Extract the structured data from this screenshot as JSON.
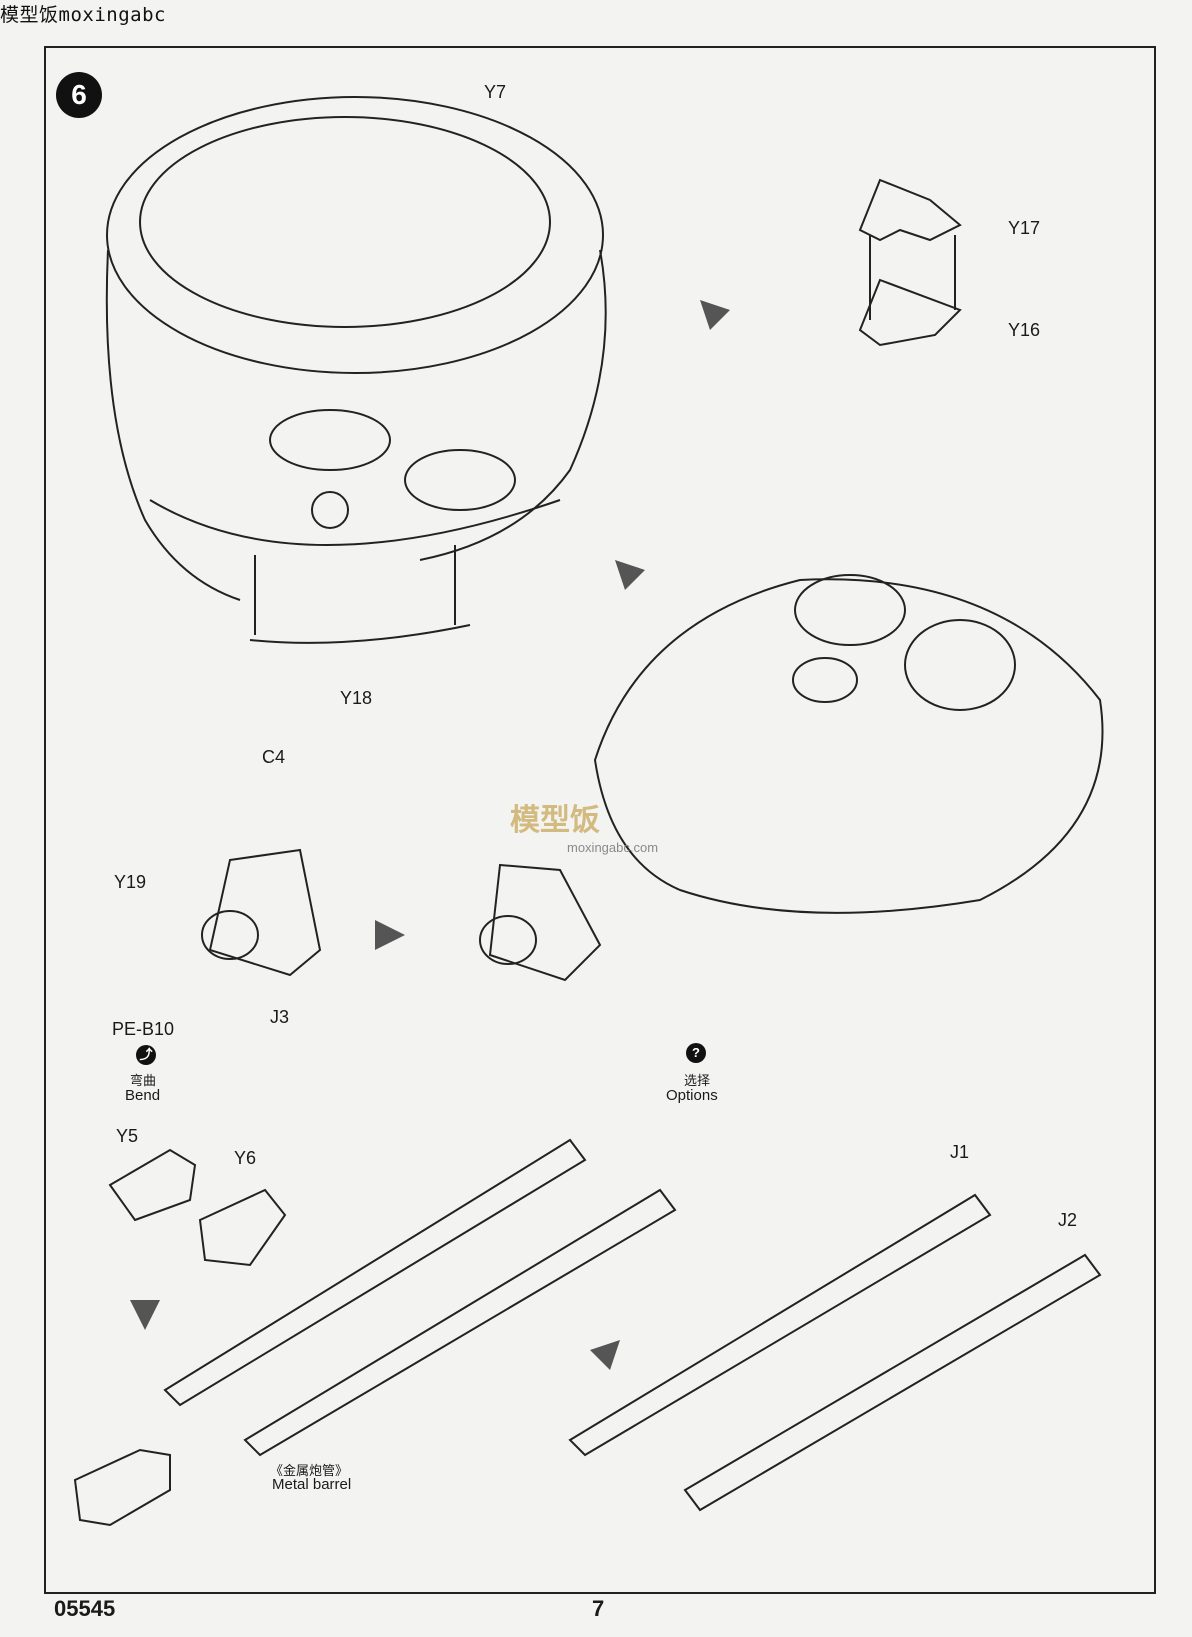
{
  "watermark": {
    "top_text": "模型饭moxingabc",
    "logo_text": "模型饭",
    "logo_url": "moxingabc.com"
  },
  "step": {
    "number": "6"
  },
  "parts": {
    "y7": "Y7",
    "y17": "Y17",
    "y16": "Y16",
    "y18": "Y18",
    "c4": "C4",
    "y19": "Y19",
    "j3": "J3",
    "pe_b10": "PE-B10",
    "y5": "Y5",
    "y6": "Y6",
    "j1": "J1",
    "j2": "J2"
  },
  "notes": {
    "bend_cn": "弯曲",
    "bend_en": "Bend",
    "options_cn": "选择",
    "options_en": "Options",
    "metal_cn": "《金属炮管》",
    "metal_en": "Metal barrel",
    "options_icon": "?"
  },
  "icons": [
    "bend-icon",
    "options-icon",
    "direction-arrow-icon"
  ],
  "footer": {
    "code": "05545",
    "page": "7"
  }
}
